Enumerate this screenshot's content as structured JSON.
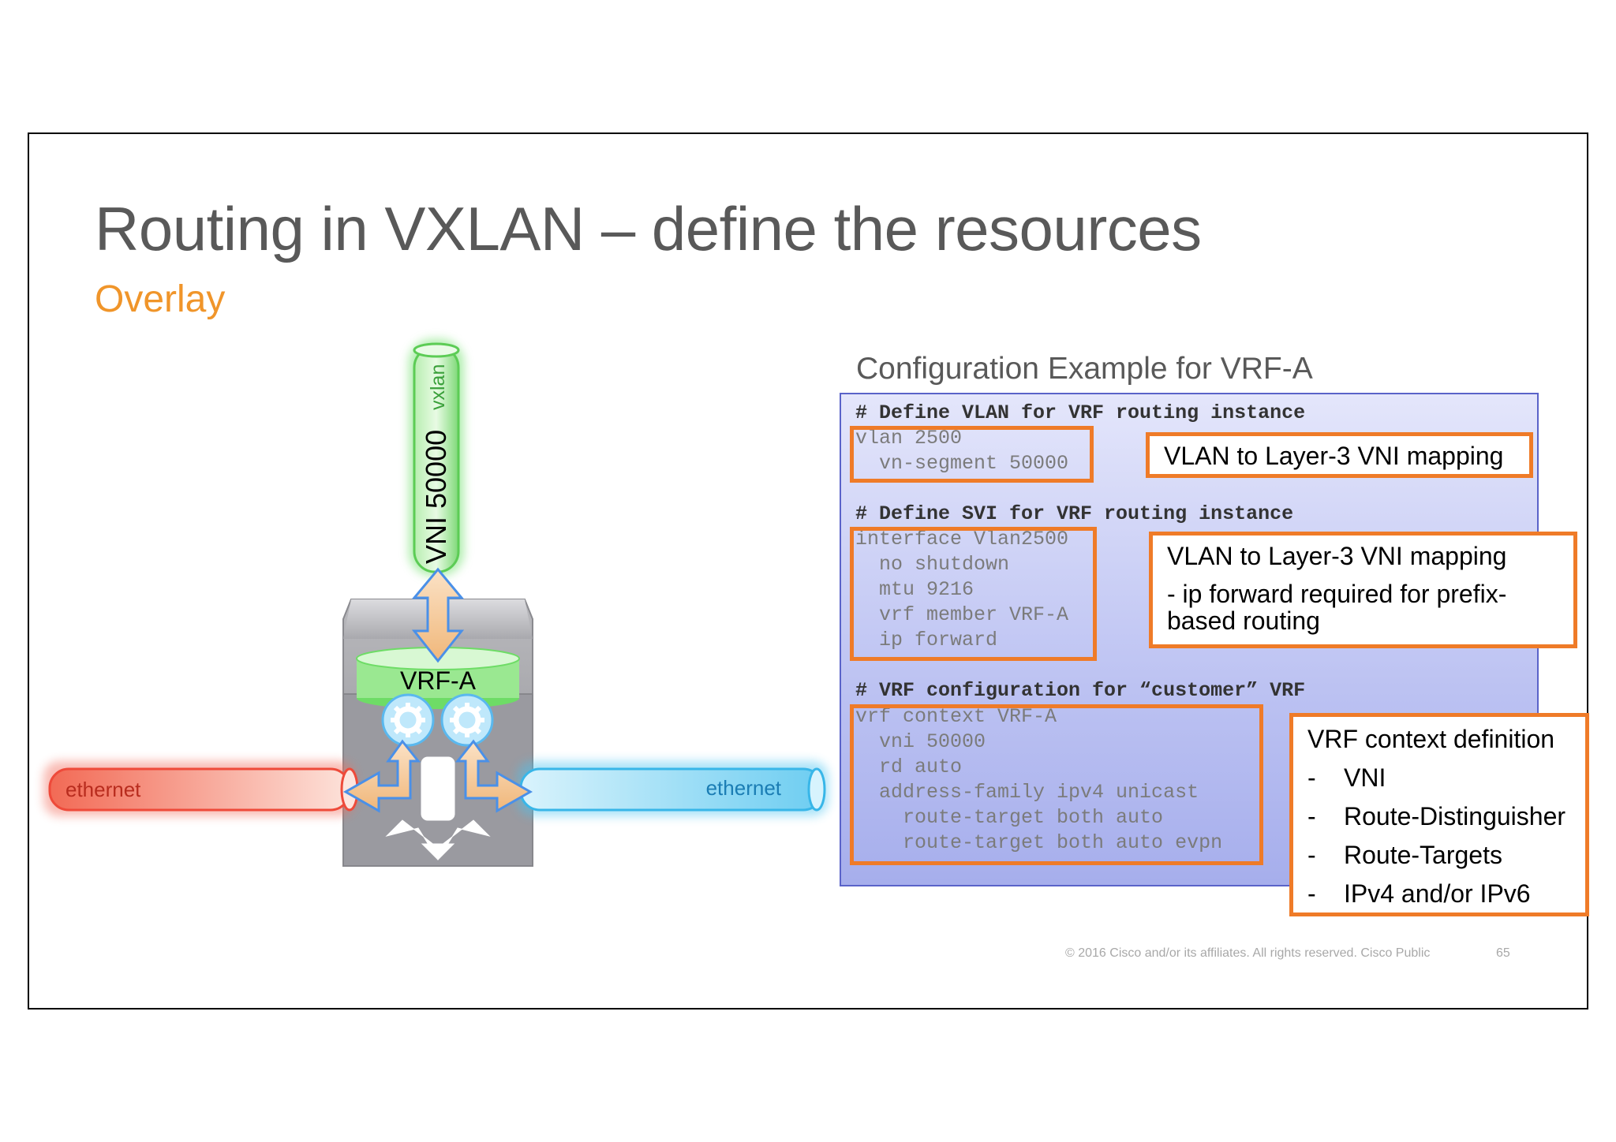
{
  "title": "Routing in VXLAN – define the resources",
  "subtitle": "Overlay",
  "diagram": {
    "vni_label": "VNI 50000",
    "vxlan_label": "vxlan",
    "vrf_label": "VRF-A",
    "ethernet_left": "ethernet",
    "ethernet_right": "ethernet",
    "icons": [
      "gear-icon",
      "gear-icon"
    ]
  },
  "config": {
    "heading": "Configuration Example for VRF-A",
    "comments": [
      "# Define VLAN for VRF routing instance",
      "# Define SVI for VRF routing instance",
      "# VRF configuration for “customer” VRF"
    ],
    "block1": [
      "vlan 2500",
      "  vn-segment 50000"
    ],
    "block2": [
      "interface Vlan2500",
      "  no shutdown",
      "  mtu 9216",
      "  vrf member VRF-A",
      "  ip forward"
    ],
    "block3": [
      "vrf context VRF-A",
      "  vni 50000",
      "  rd auto",
      "  address-family ipv4 unicast",
      "    route-target both auto",
      "    route-target both auto evpn"
    ]
  },
  "callouts": {
    "c1": "VLAN to Layer-3 VNI mapping",
    "c2_line1": "VLAN to Layer-3 VNI mapping",
    "c2_line2": "- ip forward required for prefix-",
    "c2_line3": "based routing",
    "c3_title": "VRF context definition",
    "c3_items": [
      "VNI",
      "Route-Distinguisher",
      "Route-Targets",
      "IPv4 and/or IPv6"
    ]
  },
  "footer": "© 2016  Cisco and/or its affiliates. All rights reserved.   Cisco Public",
  "page_number": "65",
  "colors": {
    "accent_orange": "#ef7b28",
    "subtitle_orange": "#f0952a",
    "green": "#44c244",
    "blue": "#38b6e8",
    "red": "#ee4a3a"
  }
}
